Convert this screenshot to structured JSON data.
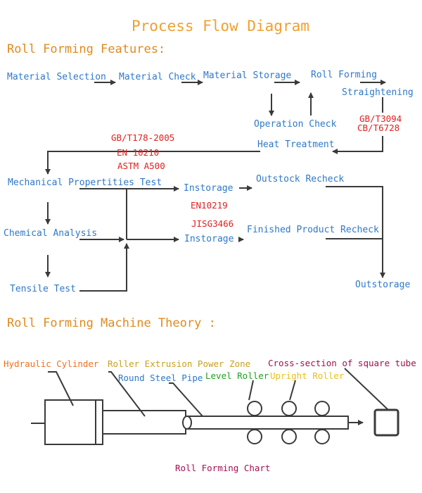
{
  "title": "Process Flow Diagram",
  "sections": {
    "features": "Roll Forming Features:",
    "theory": "Roll Forming Machine Theory :"
  },
  "flow": {
    "material_selection": "Material Selection",
    "material_check": "Material Check",
    "material_storage": "Material Storage",
    "roll_forming": "Roll Forming",
    "straightening": "Straightening",
    "operation_check": "Operation Check",
    "heat_treatment": "Heat Treatment",
    "mechanical_test": "Mechanical Propertities Test",
    "chemical_analysis": "Chemical Analysis",
    "tensile_test": "Tensile Test",
    "instorage_1": "Instorage",
    "instorage_2": "Instorage",
    "outstock_recheck": "Outstock Recheck",
    "finished_recheck": "Finished Product Recheck",
    "outstorage": "Outstorage"
  },
  "standards": {
    "gb_t3094": "GB/T3094",
    "cb_t6728": "CB/T6728",
    "gb_t178": "GB/T178-2005",
    "en_10210": "EN 10210",
    "astm_a500": "ASTM A500",
    "en10219": "EN10219",
    "jisg3466": "JISG3466"
  },
  "machine": {
    "hydraulic_cylinder": "Hydraulic Cylinder",
    "roller_extrusion": "Roller Extrusion Power Zone",
    "round_steel_pipe": "Round Steel Pipe",
    "level_roller": "Level Roller",
    "upright_roller": "Upright Roller",
    "cross_section": "Cross-section of square tube",
    "chart_caption": "Roll Forming Chart"
  },
  "colors": {
    "title": "#f0a030",
    "flow_text": "#2f78c8",
    "standard_text": "#e02020",
    "hydraulic": "#f07020",
    "roller_extrusion": "#c8a020",
    "level_roller": "#20a020",
    "upright_roller": "#e8c020",
    "cross_section": "#a01050"
  }
}
